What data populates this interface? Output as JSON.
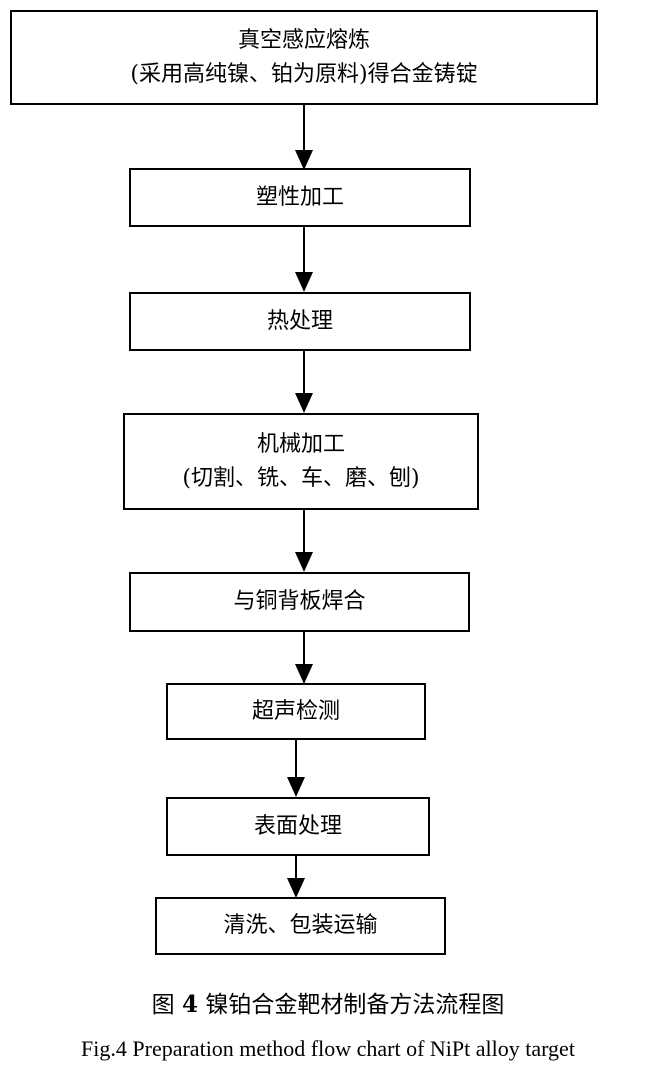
{
  "flow": {
    "steps": [
      {
        "line1": "真空感应熔炼",
        "line2": "(采用高纯镍、铂为原料)得合金铸锭"
      },
      {
        "line1": "塑性加工"
      },
      {
        "line1": "热处理"
      },
      {
        "line1": "机械加工",
        "line2": "(切割、铣、车、磨、刨)"
      },
      {
        "line1": "与铜背板焊合"
      },
      {
        "line1": "超声检测"
      },
      {
        "line1": "表面处理"
      },
      {
        "line1": "清洗、包装运输"
      }
    ]
  },
  "caption": {
    "cn_prefix": "图",
    "cn_number": "4",
    "cn_text": "镍铂合金靶材制备方法流程图",
    "en": "Fig.4 Preparation method flow chart of NiPt alloy target"
  }
}
